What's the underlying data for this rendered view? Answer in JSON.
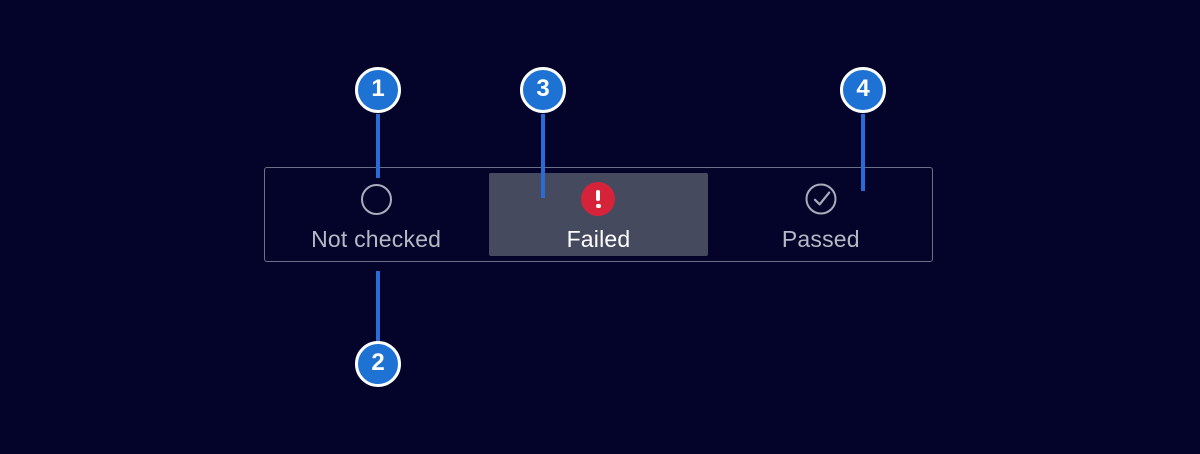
{
  "status_bar": {
    "segments": [
      {
        "label": "Not checked",
        "state": "not_checked",
        "icon": "circle-outline-icon",
        "active": false
      },
      {
        "label": "Failed",
        "state": "failed",
        "icon": "error-circle-icon",
        "active": true
      },
      {
        "label": "Passed",
        "state": "passed",
        "icon": "check-circle-icon",
        "active": false
      }
    ]
  },
  "callouts": [
    {
      "number": "1",
      "position": "top",
      "target": "not-checked-icon"
    },
    {
      "number": "2",
      "position": "bottom",
      "target": "not-checked-label"
    },
    {
      "number": "3",
      "position": "top",
      "target": "failed-segment"
    },
    {
      "number": "4",
      "position": "top",
      "target": "passed-segment"
    }
  ],
  "colors": {
    "background": "#04042a",
    "bar_border": "#6a7086",
    "active_segment_bg": "#464a5f",
    "muted_text": "#b5b9c4",
    "active_text": "#ffffff",
    "icon_stroke": "#a9adbb",
    "error_red": "#d72339",
    "callout_badge_blue": "#1d72d4",
    "callout_line_blue": "#2b6bd3"
  }
}
